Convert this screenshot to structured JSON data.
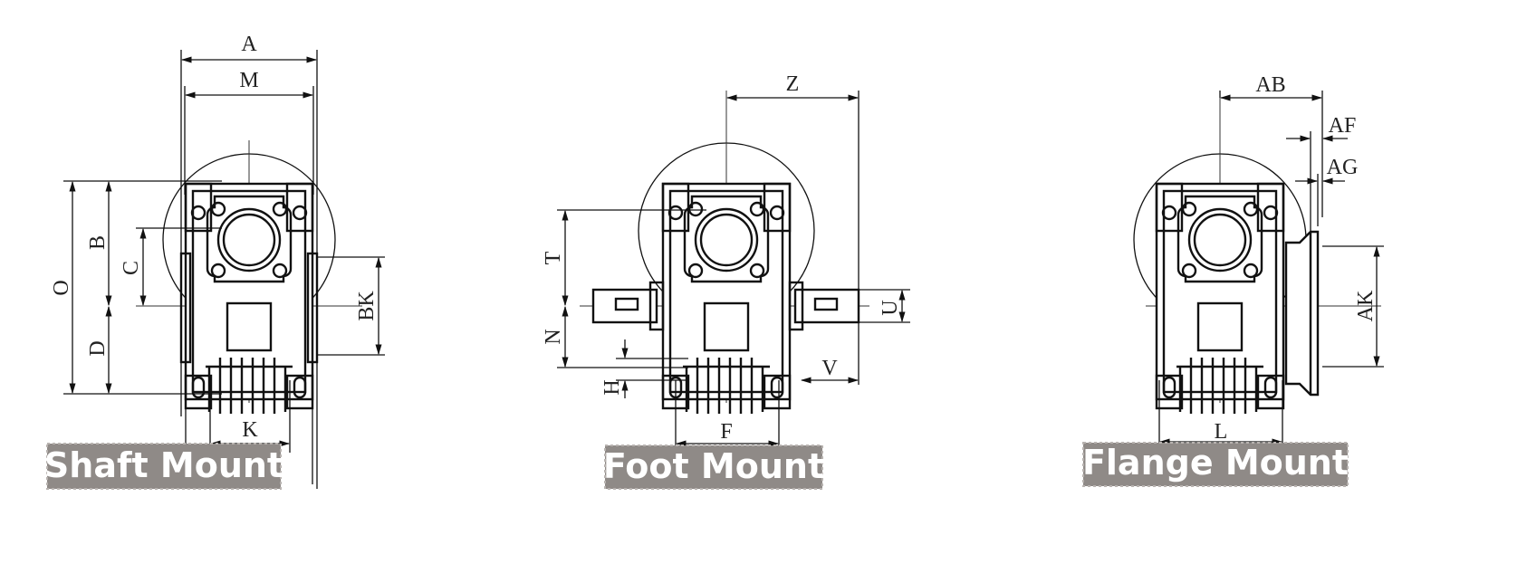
{
  "views": [
    {
      "caption": "Shaft Mount",
      "dims": {
        "A": "A",
        "M": "M",
        "B": "B",
        "C": "C",
        "O": "O",
        "D": "D",
        "BK": "BK",
        "K": "K"
      }
    },
    {
      "caption": "Foot Mount",
      "dims": {
        "Z": "Z",
        "T": "T",
        "N": "N",
        "H": "H",
        "F": "F",
        "U": "U",
        "V": "V"
      }
    },
    {
      "caption": "Flange Mount",
      "dims": {
        "AB": "AB",
        "AF": "AF",
        "AG": "AG",
        "AK": "AK",
        "L": "L"
      }
    }
  ],
  "colors": {
    "caption_bg": "#8f8a87",
    "caption_text": "#ffffff",
    "line": "#111111"
  }
}
